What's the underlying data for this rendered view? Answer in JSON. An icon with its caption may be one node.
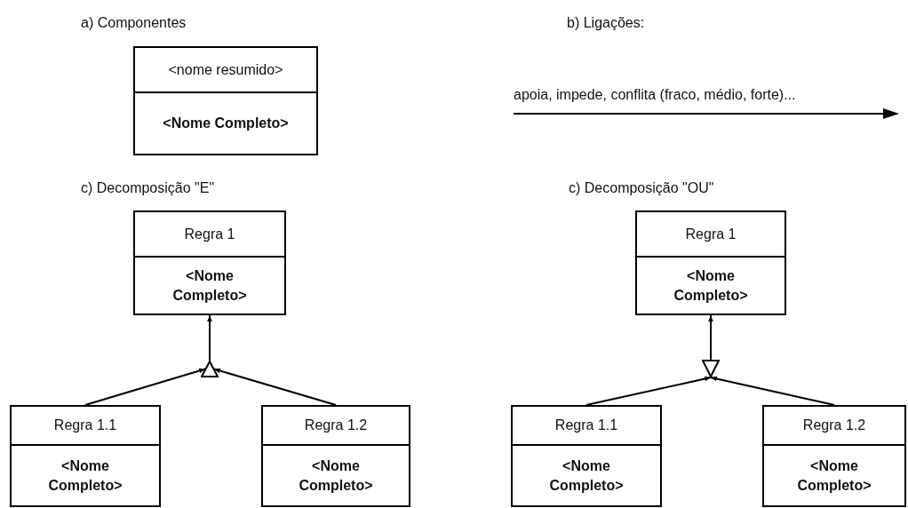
{
  "diagram": {
    "nodes": [
      {
        "text": [
          "<nome resumido>",
          "<Nome Completo>"
        ]
      },
      {
        "text": [
          "Regra 1",
          "<Nome Completo>"
        ]
      },
      {
        "text": [],
        "shape": "triangle"
      },
      {
        "text": [
          "Regra 1.1",
          "<Nome Completo>"
        ]
      },
      {
        "text": [
          "Regra 1.2",
          "<Nome Completo>"
        ]
      },
      {
        "text": [
          "Regra 1",
          "<Nome Completo>"
        ]
      },
      {
        "text": [],
        "shape": "triangle"
      },
      {
        "text": [
          "Regra 1.1",
          "<Nome Completo>"
        ]
      },
      {
        "text": [
          "Regra 1.2",
          "<Nome Completo>"
        ]
      }
    ],
    "edges": [
      {
        "from": 2,
        "to": 1,
        "arrow": "to"
      },
      {
        "from": 3,
        "to": 2,
        "arrow": "to"
      },
      {
        "from": 4,
        "to": 2,
        "arrow": "to"
      },
      {
        "from": 6,
        "to": 5,
        "arrow": "to"
      },
      {
        "from": 7,
        "to": 6,
        "arrow": "to"
      },
      {
        "from": 8,
        "to": 6,
        "arrow": "to"
      }
    ],
    "labels": [
      "a) Componentes",
      "b) Ligações:",
      "apoia, impede, conflita (fraco, médio, forte)...",
      "c) Decomposição \"E\"",
      "c) Decomposição \"OU\""
    ]
  }
}
